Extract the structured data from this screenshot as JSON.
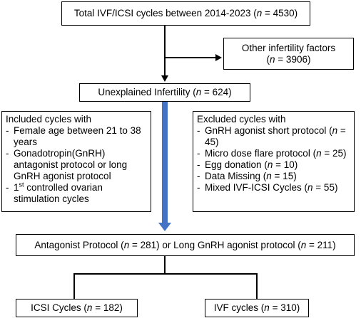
{
  "flowchart": {
    "total": {
      "pre": "Total IVF/ICSI cycles between 2014-2023 (",
      "n": "n",
      "post": " = 4530)"
    },
    "other": {
      "line1": "Other infertility factors",
      "pre": "(",
      "n": "n",
      "post": " = 3906)"
    },
    "unexplained": {
      "pre": "Unexplained Infertility (",
      "n": "n",
      "post": " = 624)"
    },
    "included": {
      "title": "Included cycles with",
      "items": [
        "Female age between 21 to 38 years",
        "Gonadotropin(GnRH) antagonist protocol or long GnRH agonist protocol",
        {
          "sup": "st",
          "pre": "1",
          "post": " controlled ovarian stimulation cycles"
        }
      ]
    },
    "excluded": {
      "title": "Excluded cycles with",
      "items": [
        {
          "pre": "GnRH agonist short protocol (",
          "n": "n",
          "post": " = 45)"
        },
        {
          "pre": "Micro dose flare protocol (",
          "n": "n",
          "post": " = 25)"
        },
        {
          "pre": "Egg donation (",
          "n": "n",
          "post": " = 10)"
        },
        {
          "pre": "Data Missing (",
          "n": "n",
          "post": " = 15)"
        },
        {
          "pre": "Mixed IVF-ICSI Cycles (",
          "n": "n",
          "post": " = 55)"
        }
      ]
    },
    "protocols": {
      "pre1": "Antagonist Protocol (",
      "n1": "n",
      "post1": " = 281) or Long GnRH agonist protocol (",
      "n2": "n",
      "post2": " = 211)"
    },
    "icsi": {
      "pre": "ICSI Cycles (",
      "n": "n",
      "post": " = 182)"
    },
    "ivf": {
      "pre": "IVF cycles (",
      "n": "n",
      "post": " = 310)"
    },
    "colors": {
      "arrow": "#4472c4",
      "lines": "#000000"
    }
  }
}
